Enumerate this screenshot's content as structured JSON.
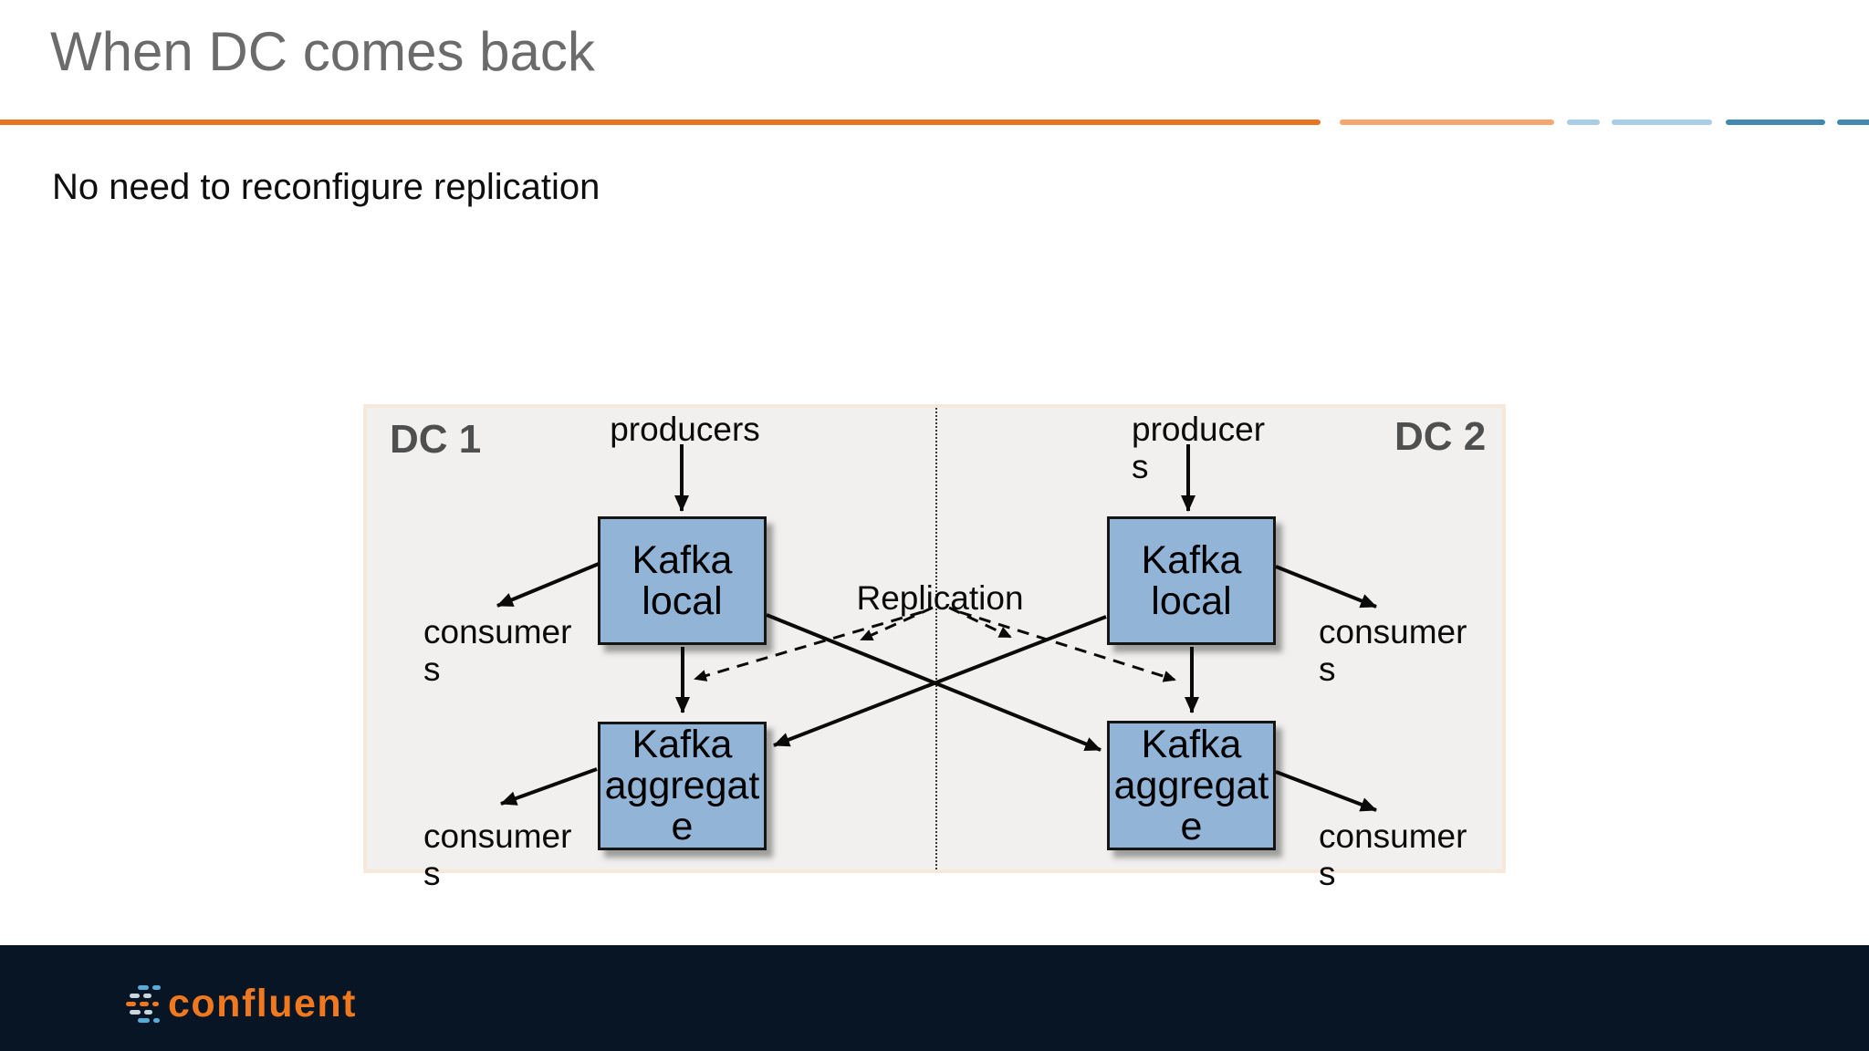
{
  "slide": {
    "title": "When DC comes back",
    "subtitle": "No need to reconfigure replication"
  },
  "accent_bar": {
    "segment_colors": [
      "#e8751f",
      "#f5a771",
      "#a9cce7",
      "#a9cce7",
      "#4189ae",
      "#4189ae"
    ]
  },
  "diagram": {
    "replication_label": "Replication",
    "dc1": {
      "name": "DC 1",
      "producers": {
        "line1": "producers"
      },
      "consumers_top": {
        "line1": "consumer",
        "line2": "s"
      },
      "consumers_bottom": {
        "line1": "consumer",
        "line2": "s"
      },
      "kafka_local": {
        "line1": "Kafka",
        "line2": "local"
      },
      "kafka_aggregate": {
        "line1": "Kafka",
        "line2": "aggregat",
        "line3": "e"
      }
    },
    "dc2": {
      "name": "DC 2",
      "producers": {
        "line1": "producer",
        "line2": "s"
      },
      "consumers_top": {
        "line1": "consumer",
        "line2": "s"
      },
      "consumers_bottom": {
        "line1": "consumer",
        "line2": "s"
      },
      "kafka_local": {
        "line1": "Kafka",
        "line2": "local"
      },
      "kafka_aggregate": {
        "line1": "Kafka",
        "line2": "aggregat",
        "line3": "e"
      }
    }
  },
  "colors": {
    "title_gray": "#6b6b6b",
    "accent_orange": "#e8751f",
    "box_fill": "#92b4d6",
    "panel_bg": "#f1f0ee",
    "panel_border": "#f8e8d9",
    "footer_bg": "#081525",
    "logo_orange": "#f0791f",
    "logo_blue": "#58abd8"
  },
  "footer": {
    "logo_text": "confluent"
  }
}
